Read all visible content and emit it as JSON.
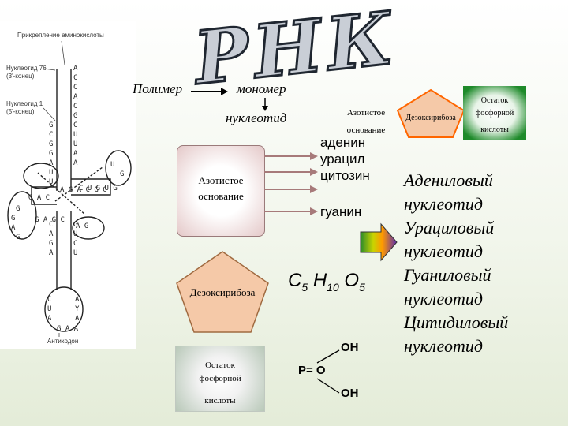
{
  "title": "РНК",
  "trna": {
    "header": "Прикрепление аминокислоты",
    "label_76": "Нуклеотид 76",
    "label_76_sub": "(3'-конец)",
    "label_1": "Нуклеотид 1",
    "label_1_sub": "(5'-конец)",
    "anticodon_label": "Антикодон",
    "anticodon_seq": "GAA",
    "stem_left": [
      "G",
      "C",
      "G",
      "G",
      "A",
      "U",
      "U"
    ],
    "stem_right": [
      "C",
      "G",
      "C",
      "U",
      "U",
      "A",
      "A"
    ],
    "top_seq": [
      "A",
      "C",
      "C",
      "A"
    ],
    "dloop_seq": "AGACGC",
    "tloop_seq": "CUGUG",
    "mid_seq": "GAGC"
  },
  "top_scheme": {
    "polymer": "Полимер",
    "monomer": "мономер",
    "nucleotide": "нуклеотид"
  },
  "small_parts": {
    "base": [
      "Азотистое",
      "основание"
    ],
    "sugar": "Дезоксирибоза",
    "phosphate": [
      "Остаток",
      "фосфорной",
      "кислоты"
    ]
  },
  "big_parts": {
    "base": [
      "Азотистое",
      "основание"
    ],
    "sugar": "Дезоксирибоза",
    "phosphate": [
      "Остаток",
      "фосфорной",
      "кислоты"
    ]
  },
  "bases": [
    "аденин",
    "урацил",
    "цитозин",
    "гуанин"
  ],
  "formula": {
    "c": "C",
    "c_n": "5",
    "h": "H",
    "h_n": "10",
    "o": "O",
    "o_n": "5"
  },
  "phosphoric": {
    "oh_top": "OH",
    "po": "P= O",
    "oh_bottom": "OH"
  },
  "nucleotides": [
    "Адениловый",
    "нуклеотид",
    "Урациловый",
    "нуклеотид",
    "Гуаниловый",
    "нуклеотид",
    "Цитидиловый",
    "нуклеотид"
  ],
  "colors": {
    "title_fill": "#c9ced6",
    "box_border": "#9a7a7a",
    "pentagon_fill": "#f5c9a8",
    "pentagon_stroke": "#a06a40",
    "small_pentagon_stroke": "#ff6600",
    "arrow_lines": "#a77a7a",
    "phosphate_fill": "#1e8a2a"
  }
}
